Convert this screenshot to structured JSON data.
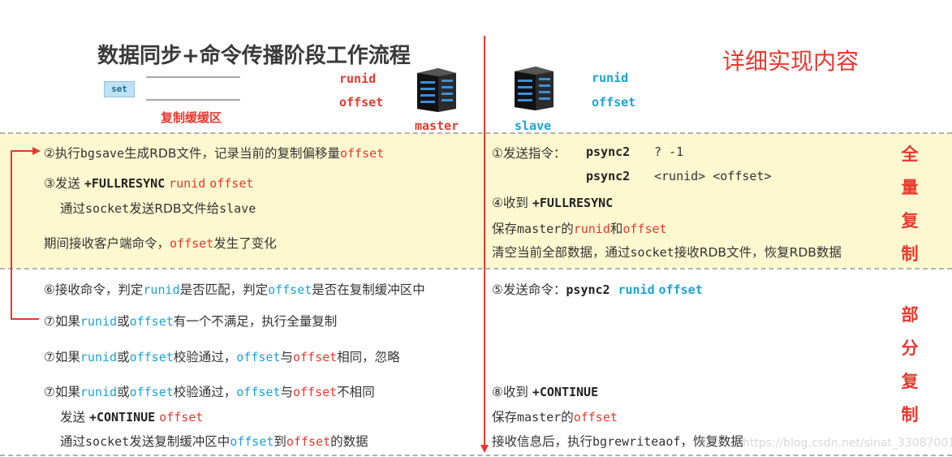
{
  "header": {
    "title": "数据同步+命令传播阶段工作流程",
    "subtitle": "详细实现内容",
    "set_label": "set",
    "buffer_label": "复制缓缓区",
    "master_runid": "runid",
    "master_offset": "offset",
    "master_label": "master",
    "slave_runid": "runid",
    "slave_offset": "offset",
    "slave_label": "slave"
  },
  "full_sync": {
    "side_label": [
      "全",
      "量",
      "复",
      "制"
    ],
    "left": {
      "step2_prefix": "②执行",
      "step2_cmd": "bgsave",
      "step2_mid": "生成",
      "step2_rdb": "RDB",
      "step2_tail": "文件，记录当前的复制偏移量",
      "step2_offset": "offset",
      "step3_prefix": "③发送 ",
      "step3_cmd": "+FULLRESYNC",
      "step3_runid": "runid",
      "step3_offset": "offset",
      "step3_sub_prefix": "通过",
      "step3_sub_socket": "socket",
      "step3_sub_mid": "发送",
      "step3_sub_rdb": "RDB",
      "step3_sub_tail": "文件给",
      "step3_sub_slave": "slave",
      "during_prefix": "期间接收客户端命令，",
      "during_offset": "offset",
      "during_tail": "发生了变化"
    },
    "right": {
      "step1_prefix": "①发送指令：",
      "step1_cmd": "psync2",
      "step1_args": "? -1",
      "step1b_cmd": "psync2",
      "step1b_args": "<runid> <offset>",
      "step4_prefix": "④收到 ",
      "step4_cmd": "+FULLRESYNC",
      "save_prefix": "保存",
      "save_master": "master",
      "save_mid": "的",
      "save_runid": "runid",
      "save_and": "和",
      "save_offset": "offset",
      "clear_prefix": "清空当前全部数据，通过",
      "clear_socket": "socket",
      "clear_mid": "接收",
      "clear_rdb": "RDB",
      "clear_mid2": "文件，恢复",
      "clear_rdb2": "RDB",
      "clear_tail": "数据"
    }
  },
  "partial_sync": {
    "side_label": [
      "部",
      "分",
      "复",
      "制"
    ],
    "left": {
      "step6_prefix": "⑥接收命令，判定",
      "step6_runid": "runid",
      "step6_mid": "是否匹配，判定",
      "step6_offset": "offset",
      "step6_tail": "是否在复制缓冲区中",
      "step7a_prefix": "⑦如果",
      "step7a_runid": "runid",
      "step7a_or": "或",
      "step7a_offset": "offset",
      "step7a_tail": "有一个不满足，执行全量复制",
      "step7b_prefix": "⑦如果",
      "step7b_runid": "runid",
      "step7b_or": "或",
      "step7b_offset": "offset",
      "step7b_mid": "校验通过，",
      "step7b_offset2": "offset",
      "step7b_with": "与",
      "step7b_offset3": "offset",
      "step7b_tail": "相同，忽略",
      "step7c_prefix": "⑦如果",
      "step7c_runid": "runid",
      "step7c_or": "或",
      "step7c_offset": "offset",
      "step7c_mid": "校验通过，",
      "step7c_offset2": "offset",
      "step7c_with": "与",
      "step7c_offset3": "offset",
      "step7c_tail": "不相同",
      "send_prefix": "发送 ",
      "send_cmd": "+CONTINUE",
      "send_offset": "offset",
      "via_prefix": "通过",
      "via_socket": "socket",
      "via_mid": "发送复制缓冲区中",
      "via_offset": "offset",
      "via_to": "到",
      "via_offset2": "offset",
      "via_tail": "的数据"
    },
    "right": {
      "step5_prefix": "⑤发送命令：",
      "step5_cmd": "psync2",
      "step5_runid": "runid",
      "step5_offset": "offset",
      "step8_prefix": "⑧收到 ",
      "step8_cmd": "+CONTINUE",
      "save_prefix": "保存",
      "save_master": "master",
      "save_mid": "的",
      "save_offset": "offset",
      "recv_prefix": "接收信息后，执行",
      "recv_cmd": "bgrewriteaof",
      "recv_tail": "，恢复数据"
    }
  },
  "watermark": "https://blog.csdn.net/sinat_33087001",
  "colors": {
    "red": "#e8392e",
    "blue": "#1aa3d9",
    "band": "#fdf8d0"
  }
}
